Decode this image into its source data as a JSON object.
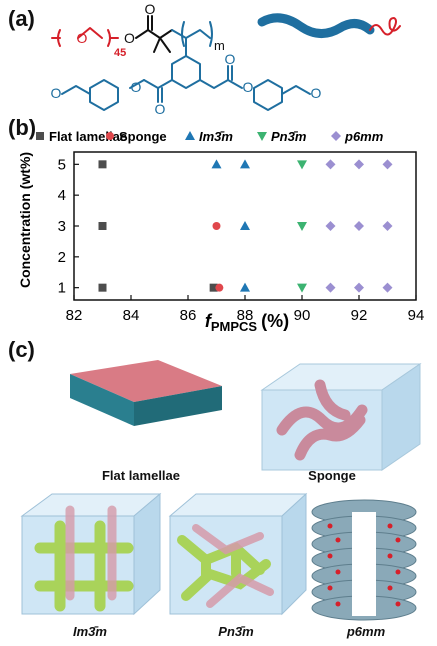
{
  "panels": {
    "a": "(a)",
    "b": "(b)",
    "c": "(c)"
  },
  "structure": {
    "repeat_n": "45",
    "repeat_m": "m"
  },
  "colors": {
    "peo": "#d6202a",
    "backbone": "#111111",
    "mesogen": "#1f6fa0",
    "flat": "#4d4d4d",
    "sponge": "#e0474c",
    "im3m": "#1f77b4",
    "pn3m": "#3cb371",
    "p6mm": "#9b8fd1"
  },
  "chart_data": {
    "type": "scatter",
    "xlabel_main": "f",
    "xlabel_sub": "PMPCS",
    "xlabel_unit": "(%)",
    "ylabel": "Concentration (wt%)",
    "xlim": [
      82,
      94
    ],
    "ylim": [
      0.6,
      5.4
    ],
    "xticks": [
      "82",
      "84",
      "86",
      "88",
      "90",
      "92",
      "94"
    ],
    "yticks": [
      "1",
      "2",
      "3",
      "4",
      "5"
    ],
    "legend_position": "top",
    "series": [
      {
        "name": "Flat lamellae",
        "marker": "square",
        "color": "#4d4d4d",
        "points": [
          [
            83,
            5
          ],
          [
            83,
            3
          ],
          [
            83,
            1
          ],
          [
            86.9,
            1
          ]
        ]
      },
      {
        "name": "Sponge",
        "marker": "circle",
        "color": "#e0474c",
        "points": [
          [
            87,
            3
          ],
          [
            87.1,
            1
          ]
        ]
      },
      {
        "name": "Im3̄m",
        "marker": "triangle-up",
        "color": "#1f77b4",
        "points": [
          [
            87,
            5
          ],
          [
            88,
            5
          ],
          [
            88,
            3
          ],
          [
            88,
            1
          ]
        ]
      },
      {
        "name": "Pn3̄m",
        "marker": "triangle-down",
        "color": "#3cb371",
        "points": [
          [
            90,
            5
          ],
          [
            90,
            3
          ],
          [
            90,
            1
          ]
        ]
      },
      {
        "name": "p6mm",
        "marker": "diamond",
        "color": "#9b8fd1",
        "points": [
          [
            91,
            5
          ],
          [
            92,
            5
          ],
          [
            93,
            5
          ],
          [
            91,
            3
          ],
          [
            92,
            3
          ],
          [
            93,
            3
          ],
          [
            91,
            1
          ],
          [
            92,
            1
          ],
          [
            93,
            1
          ]
        ]
      }
    ]
  },
  "morphologies": {
    "flat_lamellae": "Flat lamellae",
    "sponge": "Sponge",
    "im3m": "Im3̄m",
    "pn3m": "Pn3̄m",
    "p6mm": "p6mm"
  }
}
